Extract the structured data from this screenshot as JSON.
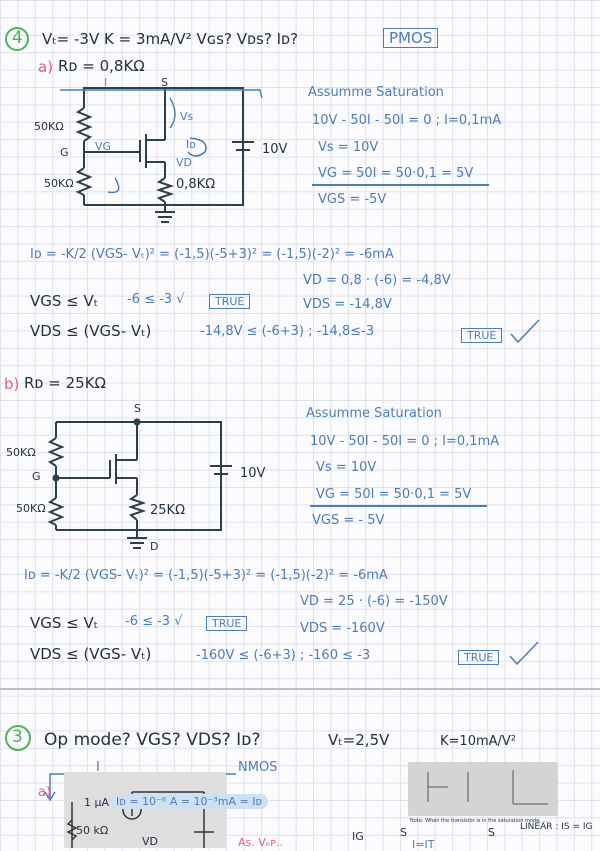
{
  "problem4": {
    "number": "4",
    "header": "Vₜ= -3V   K = 3mA/V²   Vɢs? Vᴅs?  Iᴅ?",
    "type_badge": "PMOS",
    "part_a": {
      "label": "a)",
      "rd": "Rᴅ = 0,8KΩ",
      "circuit": {
        "current": "I",
        "source": "S",
        "r_top": "50KΩ",
        "r_bot": "50KΩ",
        "gate": "G",
        "vg": "VG",
        "vs": "Vs",
        "id": "Iᴅ",
        "vd": "VD",
        "rd": "0,8KΩ",
        "supply": "10V"
      },
      "analysis": {
        "title": "Assumme  Saturation",
        "l1": "10V - 50I - 50I = 0 ; I=0,1mA",
        "l2": "Vs = 10V",
        "l3": "VG = 50I = 50·0,1 = 5V",
        "l4": "VGS = -5V"
      },
      "calc": {
        "id_eq": "Iᴅ = -K/2 (VGS- Vₜ)² = (-1,5)(-5+3)² = (-1,5)(-2)² = -6mA",
        "vd": "VD = 0,8 · (-6) = -4,8V",
        "vds": "VDS = -14,8V",
        "cond1": "VGS ≤ Vₜ",
        "cond1_val": "-6 ≤ -3 √",
        "cond1_badge": "TRUE",
        "cond2": "VDS ≤ (VGS- Vₜ)",
        "cond2_val": "-14,8V ≤ (-6+3) ; -14,8≤-3",
        "cond2_badge": "TRUE"
      }
    },
    "part_b": {
      "label": "b)",
      "rd": "Rᴅ = 25KΩ",
      "circuit": {
        "source": "S",
        "r_top": "50KΩ",
        "r_bot": "50KΩ",
        "gate": "G",
        "rd": "25KΩ",
        "supply": "10V",
        "drain": "D"
      },
      "analysis": {
        "title": "Assumme  Saturation",
        "l1": "10V - 50I - 50I = 0 ; I=0,1mA",
        "l2": "Vs = 10V",
        "l3": "VG = 50I = 50·0,1 = 5V",
        "l4": "VGS = - 5V"
      },
      "calc": {
        "id_eq": "Iᴅ = -K/2 (VGS- Vₜ)² = (-1,5)(-5+3)² = (-1,5)(-2)² = -6mA",
        "vd": "VD = 25 · (-6) = -150V",
        "vds": "VDS = -160V",
        "cond1": "VGS ≤ Vₜ",
        "cond1_val": "-6 ≤ -3 √",
        "cond1_badge": "TRUE",
        "cond2": "VDS ≤ (VGS- Vₜ)",
        "cond2_val": "-160V ≤ (-6+3) ; -160 ≤ -3",
        "cond2_badge": "TRUE"
      }
    }
  },
  "problem3": {
    "number": "3",
    "header": "Op mode?  VGS?  VDS?  Iᴅ?",
    "vt": "Vₜ=2,5V",
    "k": "K=10mA/V²",
    "type": "NMOS",
    "current": "I",
    "part_a": "a)",
    "photo_text": {
      "source": "1 μA",
      "note": "Iᴅ = 10⁻⁶ A = 10⁻³mA = Iᴅ",
      "r": "50 kΩ",
      "vd": "VD",
      "assume": "As. Vₒᴘ..",
      "ig": "IG",
      "s1": "S",
      "s2": "S",
      "it": "I=IT",
      "linear": "LINEAR : IS = IG",
      "caption": "Note: When the transistor is in the saturation mode, ..."
    }
  }
}
